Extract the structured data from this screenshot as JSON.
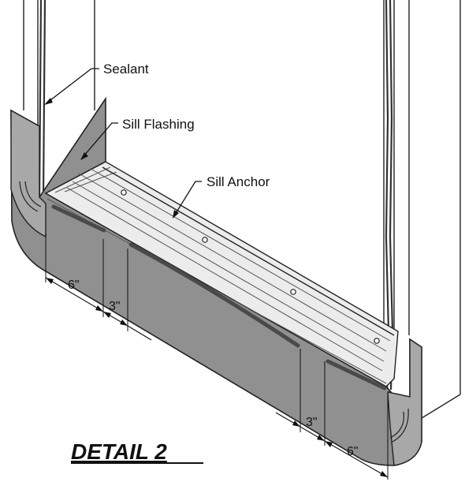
{
  "labels": {
    "sealant": "Sealant",
    "sill_flashing": "Sill Flashing",
    "sill_anchor": "Sill Anchor"
  },
  "dimensions": {
    "left_end": "6\"",
    "left_gap": "3\"",
    "right_gap": "3\"",
    "right_end": "6\""
  },
  "title": "DETAIL 2"
}
